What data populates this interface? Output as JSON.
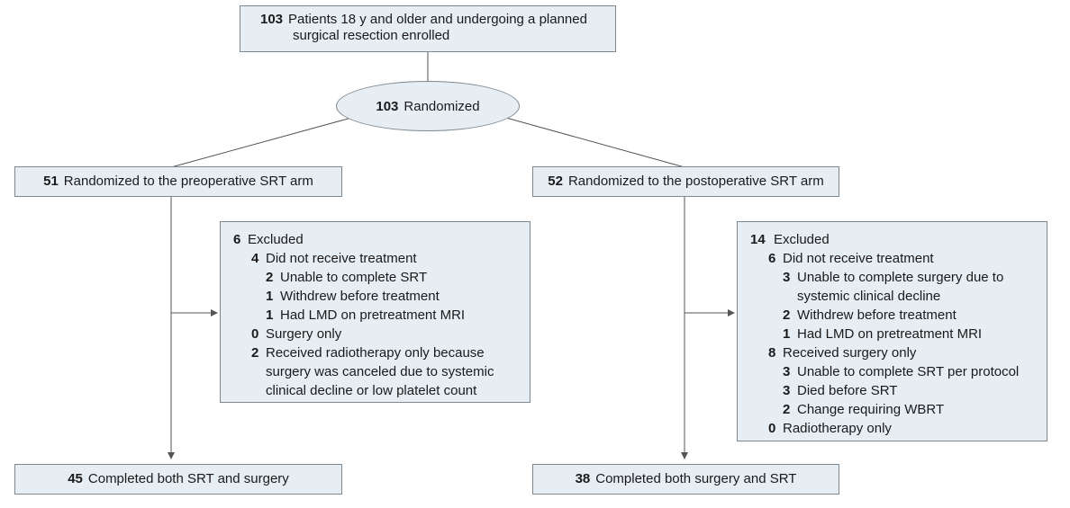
{
  "enrolled": {
    "count": "103",
    "text_line1": "Patients 18 y and older and undergoing a planned",
    "text_line2": "surgical resection enrolled"
  },
  "randomized": {
    "count": "103",
    "text": "Randomized"
  },
  "pre_arm": {
    "count": "51",
    "text": "Randomized to the preoperative SRT arm"
  },
  "post_arm": {
    "count": "52",
    "text": "Randomized to the postoperative SRT arm"
  },
  "pre_excluded": {
    "total": {
      "count": "6",
      "text": "Excluded"
    },
    "no_treatment": {
      "count": "4",
      "text": "Did not receive treatment"
    },
    "unable_srt": {
      "count": "2",
      "text": "Unable to complete SRT"
    },
    "withdrew": {
      "count": "1",
      "text": "Withdrew before treatment"
    },
    "lmd": {
      "count": "1",
      "text": "Had LMD on pretreatment MRI"
    },
    "surgery_only": {
      "count": "0",
      "text": "Surgery only"
    },
    "radio_only": {
      "count": "2",
      "text_line1": "Received radiotherapy only because",
      "text_line2": "surgery was canceled due to systemic",
      "text_line3": "clinical decline or low platelet count"
    }
  },
  "post_excluded": {
    "total": {
      "count": "14",
      "text": "Excluded"
    },
    "no_treatment": {
      "count": "6",
      "text": "Did not receive treatment"
    },
    "unable_surgery": {
      "count": "3",
      "text_line1": "Unable to complete surgery due to",
      "text_line2": "systemic clinical decline"
    },
    "withdrew": {
      "count": "2",
      "text": "Withdrew before treatment"
    },
    "lmd": {
      "count": "1",
      "text": "Had LMD on pretreatment MRI"
    },
    "surgery_only": {
      "count": "8",
      "text": "Received surgery only"
    },
    "unable_srt": {
      "count": "3",
      "text": "Unable to complete SRT per protocol"
    },
    "died": {
      "count": "3",
      "text": "Died before SRT"
    },
    "wbrt": {
      "count": "2",
      "text": "Change requiring WBRT"
    },
    "radio_only": {
      "count": "0",
      "text": "Radiotherapy only"
    }
  },
  "pre_completed": {
    "count": "45",
    "text": "Completed both SRT and surgery"
  },
  "post_completed": {
    "count": "38",
    "text": "Completed both surgery and SRT"
  }
}
